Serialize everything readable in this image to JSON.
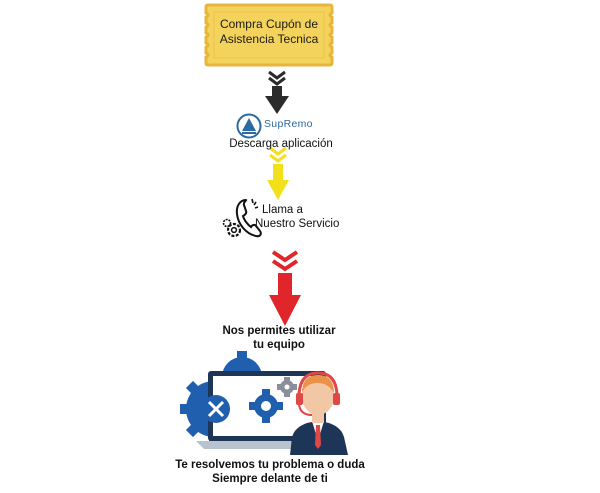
{
  "steps": {
    "coupon": {
      "line1": "Compra Cupón de",
      "line2": "Asistencia Tecnica"
    },
    "download": {
      "logo_text": "SupRemo",
      "label": "Descarga aplicación"
    },
    "call": {
      "line1": "Llama a",
      "line2": "Nuestro Servicio"
    },
    "permit": {
      "line1": "Nos permites utilizar",
      "line2": "tu equipo"
    },
    "resolve": {
      "line1": "Te resolvemos tu problema o duda",
      "line2": "Siempre delante de ti"
    }
  },
  "colors": {
    "coupon_fill": "#f3d35c",
    "coupon_border": "#e8b53a",
    "arrow_black": "#2b2b2b",
    "arrow_yellow": "#f2e11a",
    "arrow_red": "#e0262b",
    "gear_blue": "#1f5fae",
    "agent_navy": "#1d3557",
    "headset_red": "#e04848"
  },
  "icons": [
    "ticket-icon",
    "supremo-logo-icon",
    "phone-gear-icon",
    "support-agent-illustration"
  ]
}
